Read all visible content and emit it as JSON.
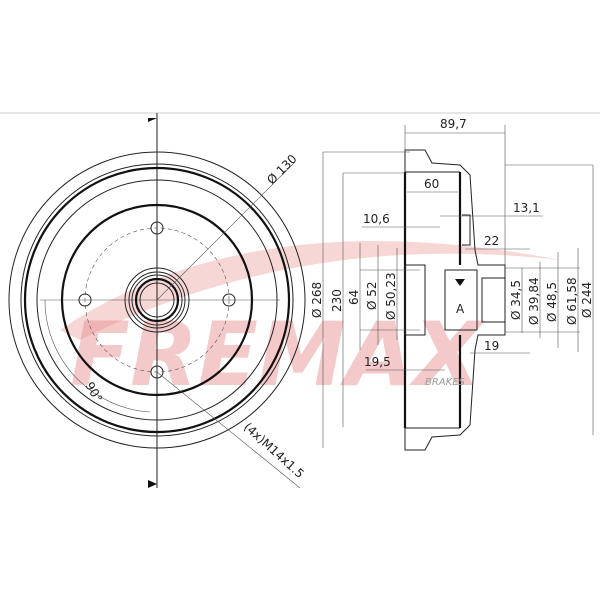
{
  "brand": {
    "watermark": "FREMAX",
    "sub_logo": "BRAKES",
    "color": "#e88a8a"
  },
  "front_view": {
    "bolt_circle": "Ø 130",
    "angle": "90°",
    "thread": "(4x)M14x1.5"
  },
  "section_view": {
    "marker": "A",
    "dims": {
      "overall_width": "89,7",
      "drum_depth": "60",
      "flange": "13,1",
      "offset_10": "10,6",
      "hub_22": "22",
      "hub_19": "19",
      "depth_19_5": "19,5",
      "d268": "Ø 268",
      "d230": "230",
      "d64": "64",
      "d52": "Ø 52",
      "d50": "Ø 50,23",
      "d34": "Ø 34,5",
      "d39": "Ø 39,84",
      "d48": "Ø 48,5",
      "d61": "Ø 61,58",
      "d244": "Ø 244"
    }
  }
}
